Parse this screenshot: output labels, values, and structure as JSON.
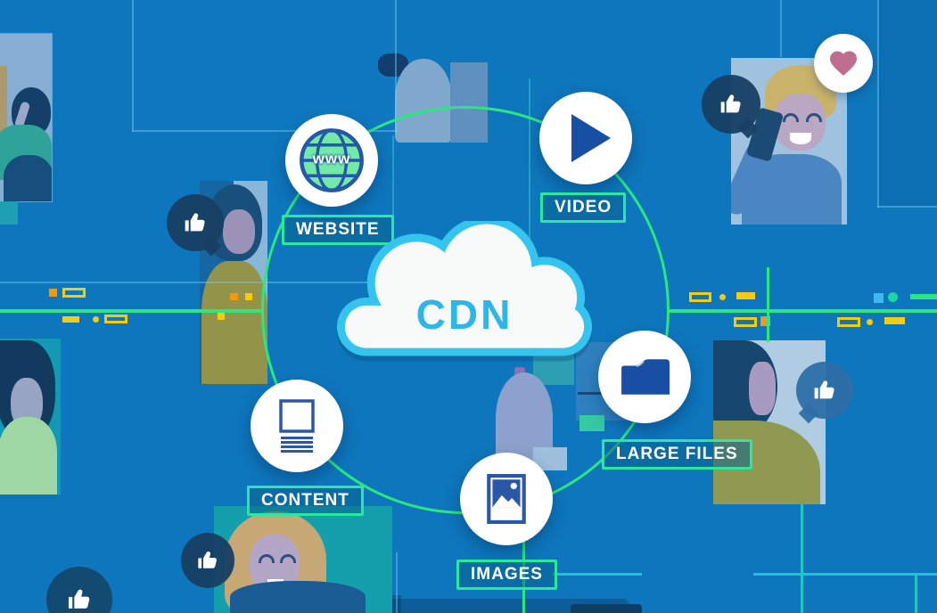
{
  "diagram": {
    "hub_label": "CDN",
    "nodes": [
      {
        "label": "WEBSITE",
        "icon": "globe-www-icon",
        "icon_text": "www"
      },
      {
        "label": "VIDEO",
        "icon": "play-icon"
      },
      {
        "label": "LARGE FILES",
        "icon": "folder-icon"
      },
      {
        "label": "IMAGES",
        "icon": "picture-icon"
      },
      {
        "label": "CONTENT",
        "icon": "article-icon"
      }
    ]
  },
  "decorations": {
    "badge_icons": [
      "thumbs-up-icon",
      "heart-icon"
    ],
    "scene": "illustrated people giving likes on social media"
  },
  "colors": {
    "background_blue": "#0e76bc",
    "ring_green": "#2ce87c",
    "label_border_teal": "#2be8a0",
    "cloud_outline_cyan": "#35c4ee",
    "cdn_text_cyan": "#2cb7e8",
    "icon_navy": "#164fa3",
    "globe_green": "#72e9a6",
    "accent_yellow": "#f2cc0d",
    "accent_orange": "#f29a0d"
  }
}
